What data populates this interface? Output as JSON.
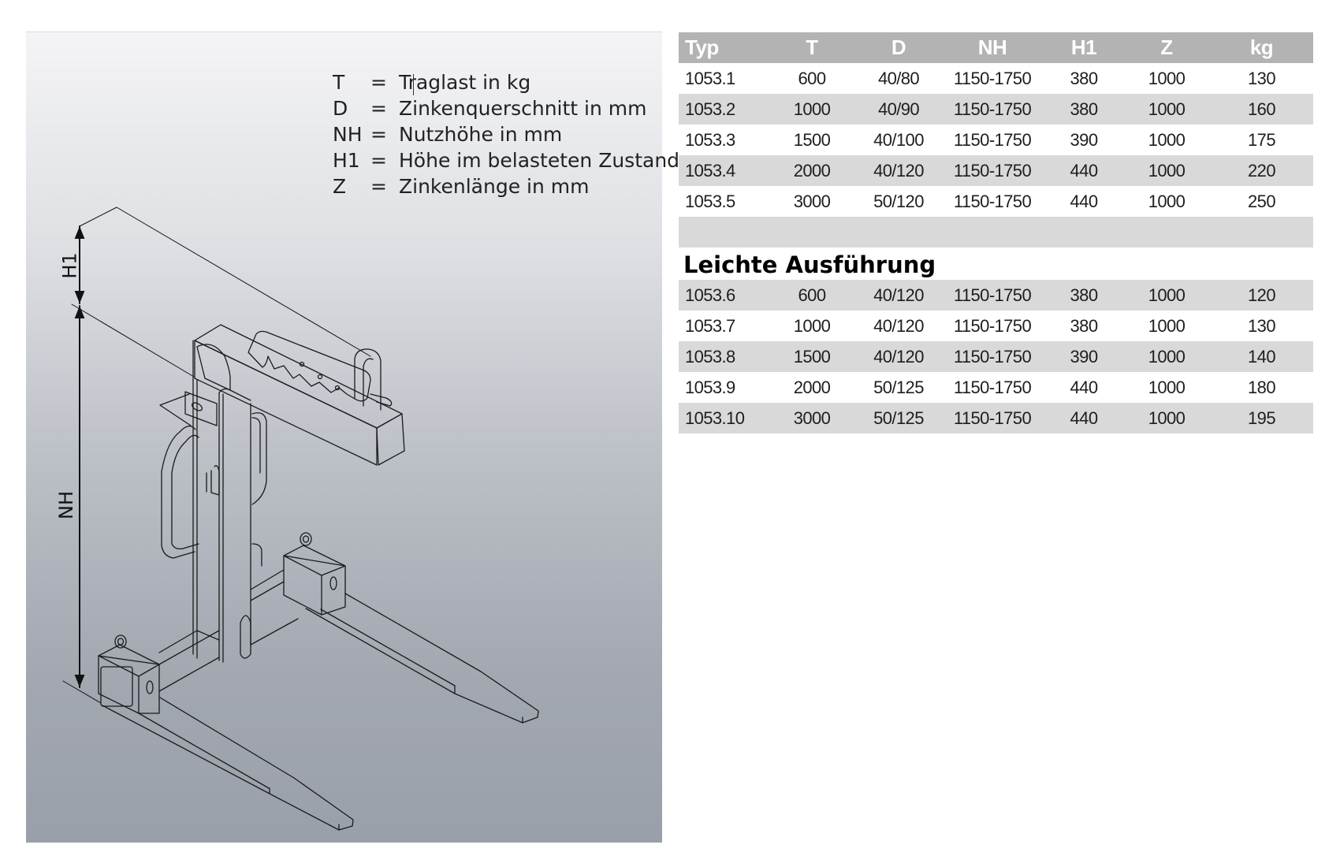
{
  "legend": [
    {
      "key": "T",
      "eq": "=",
      "text": "Traglast in kg"
    },
    {
      "key": "D",
      "eq": "=",
      "text": "Zinkenquerschnitt in mm"
    },
    {
      "key": "NH",
      "eq": "=",
      "text": "Nutzhöhe in mm"
    },
    {
      "key": "H1",
      "eq": "=",
      "text": "Höhe im belasteten Zustand"
    },
    {
      "key": "Z",
      "eq": "=",
      "text": "Zinkenlänge in mm"
    }
  ],
  "drawing": {
    "dim_h1_label": "H1",
    "dim_nh_label": "NH",
    "background_top": "#f4f4f6",
    "background_bottom": "#9aa0a9",
    "line_color": "#1a1a1a"
  },
  "table": {
    "headers": [
      "Typ",
      "T",
      "D",
      "NH",
      "H1",
      "Z",
      "kg"
    ],
    "header_bg": "#b3b3b3",
    "row_alt_bg": "#d9d9d9",
    "rows": [
      [
        "1053.1",
        "600",
        "40/80",
        "1150-1750",
        "380",
        "1000",
        "130"
      ],
      [
        "1053.2",
        "1000",
        "40/90",
        "1150-1750",
        "380",
        "1000",
        "160"
      ],
      [
        "1053.3",
        "1500",
        "40/100",
        "1150-1750",
        "390",
        "1000",
        "175"
      ],
      [
        "1053.4",
        "2000",
        "40/120",
        "1150-1750",
        "440",
        "1000",
        "220"
      ],
      [
        "1053.5",
        "3000",
        "50/120",
        "1150-1750",
        "440",
        "1000",
        "250"
      ]
    ],
    "section_title": "Leichte Ausführung",
    "light_rows": [
      [
        "1053.6",
        "600",
        "40/120",
        "1150-1750",
        "380",
        "1000",
        "120"
      ],
      [
        "1053.7",
        "1000",
        "40/120",
        "1150-1750",
        "380",
        "1000",
        "130"
      ],
      [
        "1053.8",
        "1500",
        "40/120",
        "1150-1750",
        "390",
        "1000",
        "140"
      ],
      [
        "1053.9",
        "2000",
        "50/125",
        "1150-1750",
        "440",
        "1000",
        "180"
      ],
      [
        "1053.10",
        "3000",
        "50/125",
        "1150-1750",
        "440",
        "1000",
        "195"
      ]
    ]
  }
}
